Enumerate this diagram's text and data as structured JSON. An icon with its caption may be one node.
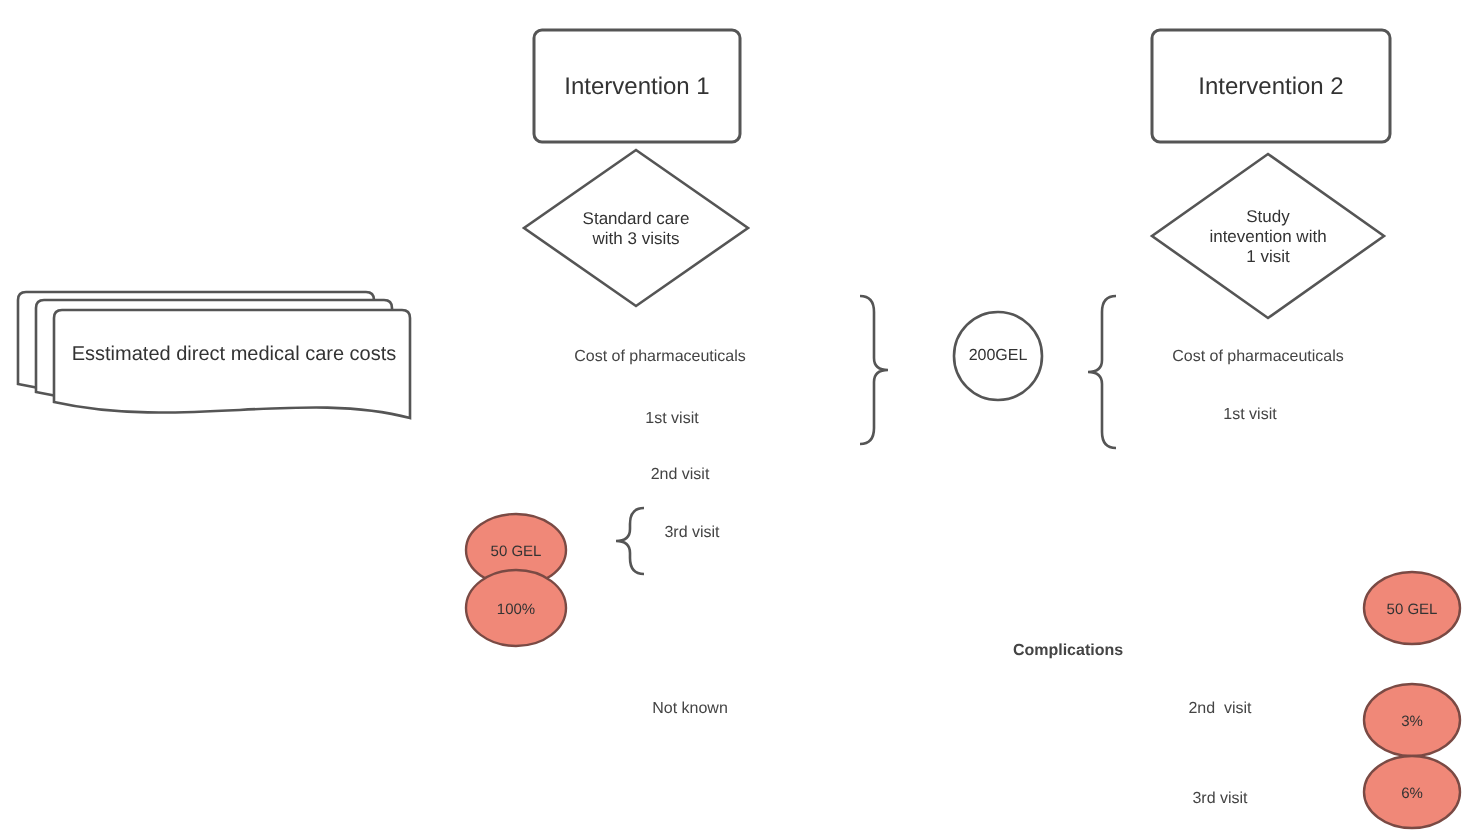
{
  "diagram": {
    "nodes": [
      {
        "text": [
          "Esstimated direct medical care costs"
        ]
      },
      {
        "text": [
          "Intervention 1"
        ]
      },
      {
        "text": [
          "Standard care with 3 visits"
        ]
      },
      {
        "text": [
          "Intervention 2"
        ]
      },
      {
        "text": [
          "Study intevention with 1 visit"
        ]
      },
      {
        "text": [
          "200GEL"
        ]
      },
      {
        "text": [
          "50 GEL"
        ]
      },
      {
        "text": [
          "100%"
        ]
      },
      {
        "text": [
          "50 GEL"
        ]
      },
      {
        "text": [
          "3%"
        ]
      },
      {
        "text": [
          "6%"
        ]
      }
    ],
    "labels": [
      "Cost of pharmaceuticals",
      "1st visit",
      "Cost of pharmaceuticals",
      "1st visit",
      "2nd visit",
      "3rd visit",
      "Complications",
      "Not known",
      "2nd  visit",
      "3rd visit"
    ]
  }
}
